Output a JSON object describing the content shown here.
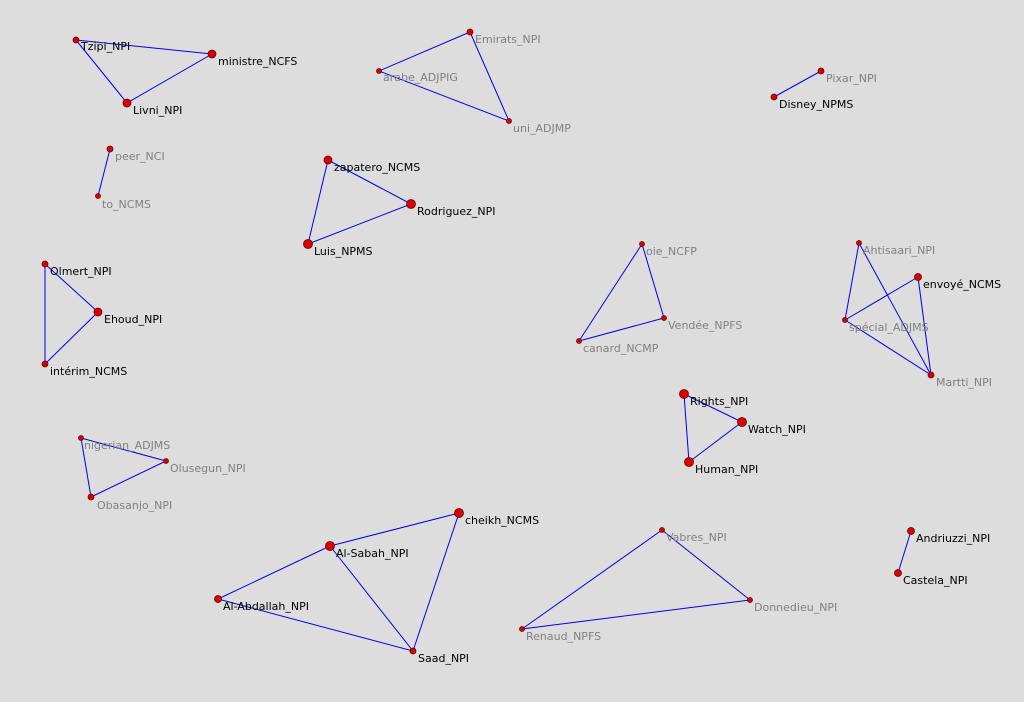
{
  "graph": {
    "node_color": "#dd0000",
    "edge_color": "#0000ee",
    "label_color_strong": "#000000",
    "label_color_weak": "#808080",
    "nodes": [
      {
        "id": "tzipi",
        "label": "Tzipi_NPI",
        "tone": "strong"
      },
      {
        "id": "ministre",
        "label": "ministre_NCFS",
        "tone": "strong"
      },
      {
        "id": "livni",
        "label": "Livni_NPI",
        "tone": "strong"
      },
      {
        "id": "emirats",
        "label": "Emirats_NPI",
        "tone": "weak"
      },
      {
        "id": "arabe",
        "label": "arabe_ADJPIG",
        "tone": "weak"
      },
      {
        "id": "uni",
        "label": "uni_ADJMP",
        "tone": "weak"
      },
      {
        "id": "pixar",
        "label": "Pixar_NPI",
        "tone": "weak"
      },
      {
        "id": "disney",
        "label": "Disney_NPMS",
        "tone": "strong"
      },
      {
        "id": "peer",
        "label": "peer_NCI",
        "tone": "weak"
      },
      {
        "id": "to",
        "label": "to_NCMS",
        "tone": "weak"
      },
      {
        "id": "zapatero",
        "label": "zapatero_NCMS",
        "tone": "strong"
      },
      {
        "id": "rodriguez",
        "label": "Rodriguez_NPI",
        "tone": "strong"
      },
      {
        "id": "luis",
        "label": "Luis_NPMS",
        "tone": "strong"
      },
      {
        "id": "olmert",
        "label": "Olmert_NPI",
        "tone": "strong"
      },
      {
        "id": "ehoud",
        "label": "Ehoud_NPI",
        "tone": "strong"
      },
      {
        "id": "interim",
        "label": "intérim_NCMS",
        "tone": "strong"
      },
      {
        "id": "oie",
        "label": "oie_NCFP",
        "tone": "weak"
      },
      {
        "id": "vendee",
        "label": "Vendée_NPFS",
        "tone": "weak"
      },
      {
        "id": "canard",
        "label": "canard_NCMP",
        "tone": "weak"
      },
      {
        "id": "ahtisaari",
        "label": "Ahtisaari_NPI",
        "tone": "weak"
      },
      {
        "id": "envoye",
        "label": "envoyé_NCMS",
        "tone": "strong"
      },
      {
        "id": "special",
        "label": "spécial_ADJMS",
        "tone": "weak"
      },
      {
        "id": "martti",
        "label": "Martti_NPI",
        "tone": "weak"
      },
      {
        "id": "rights",
        "label": "Rights_NPI",
        "tone": "strong"
      },
      {
        "id": "watch",
        "label": "Watch_NPI",
        "tone": "strong"
      },
      {
        "id": "human",
        "label": "Human_NPI",
        "tone": "strong"
      },
      {
        "id": "nigerian",
        "label": "nigerian_ADJMS",
        "tone": "weak"
      },
      {
        "id": "olusegun",
        "label": "Olusegun_NPI",
        "tone": "weak"
      },
      {
        "id": "obasanjo",
        "label": "Obasanjo_NPI",
        "tone": "weak"
      },
      {
        "id": "cheikh",
        "label": "cheikh_NCMS",
        "tone": "strong"
      },
      {
        "id": "alsabah",
        "label": "Al-Sabah_NPI",
        "tone": "strong"
      },
      {
        "id": "alabdallah",
        "label": "Al-Abdallah_NPI",
        "tone": "strong"
      },
      {
        "id": "saad",
        "label": "Saad_NPI",
        "tone": "strong"
      },
      {
        "id": "vabres",
        "label": "Vabres_NPI",
        "tone": "weak"
      },
      {
        "id": "donnedieu",
        "label": "Donnedieu_NPI",
        "tone": "weak"
      },
      {
        "id": "renaud",
        "label": "Renaud_NPFS",
        "tone": "weak"
      },
      {
        "id": "andriuzzi",
        "label": "Andriuzzi_NPI",
        "tone": "strong"
      },
      {
        "id": "castela",
        "label": "Castela_NPI",
        "tone": "strong"
      }
    ],
    "edges": [
      [
        "tzipi",
        "ministre"
      ],
      [
        "tzipi",
        "livni"
      ],
      [
        "livni",
        "ministre"
      ],
      [
        "arabe",
        "emirats"
      ],
      [
        "emirats",
        "uni"
      ],
      [
        "arabe",
        "uni"
      ],
      [
        "disney",
        "pixar"
      ],
      [
        "peer",
        "to"
      ],
      [
        "zapatero",
        "luis"
      ],
      [
        "zapatero",
        "rodriguez"
      ],
      [
        "luis",
        "rodriguez"
      ],
      [
        "olmert",
        "interim"
      ],
      [
        "olmert",
        "ehoud"
      ],
      [
        "interim",
        "ehoud"
      ],
      [
        "oie",
        "vendee"
      ],
      [
        "oie",
        "canard"
      ],
      [
        "canard",
        "vendee"
      ],
      [
        "ahtisaari",
        "special"
      ],
      [
        "ahtisaari",
        "martti"
      ],
      [
        "special",
        "envoye"
      ],
      [
        "special",
        "martti"
      ],
      [
        "envoye",
        "martti"
      ],
      [
        "rights",
        "human"
      ],
      [
        "rights",
        "watch"
      ],
      [
        "human",
        "watch"
      ],
      [
        "nigerian",
        "olusegun"
      ],
      [
        "nigerian",
        "obasanjo"
      ],
      [
        "olusegun",
        "obasanjo"
      ],
      [
        "alsabah",
        "cheikh"
      ],
      [
        "alsabah",
        "alabdallah"
      ],
      [
        "alsabah",
        "saad"
      ],
      [
        "cheikh",
        "saad"
      ],
      [
        "alabdallah",
        "saad"
      ],
      [
        "vabres",
        "donnedieu"
      ],
      [
        "renaud",
        "vabres"
      ],
      [
        "renaud",
        "donnedieu"
      ],
      [
        "andriuzzi",
        "castela"
      ]
    ]
  }
}
